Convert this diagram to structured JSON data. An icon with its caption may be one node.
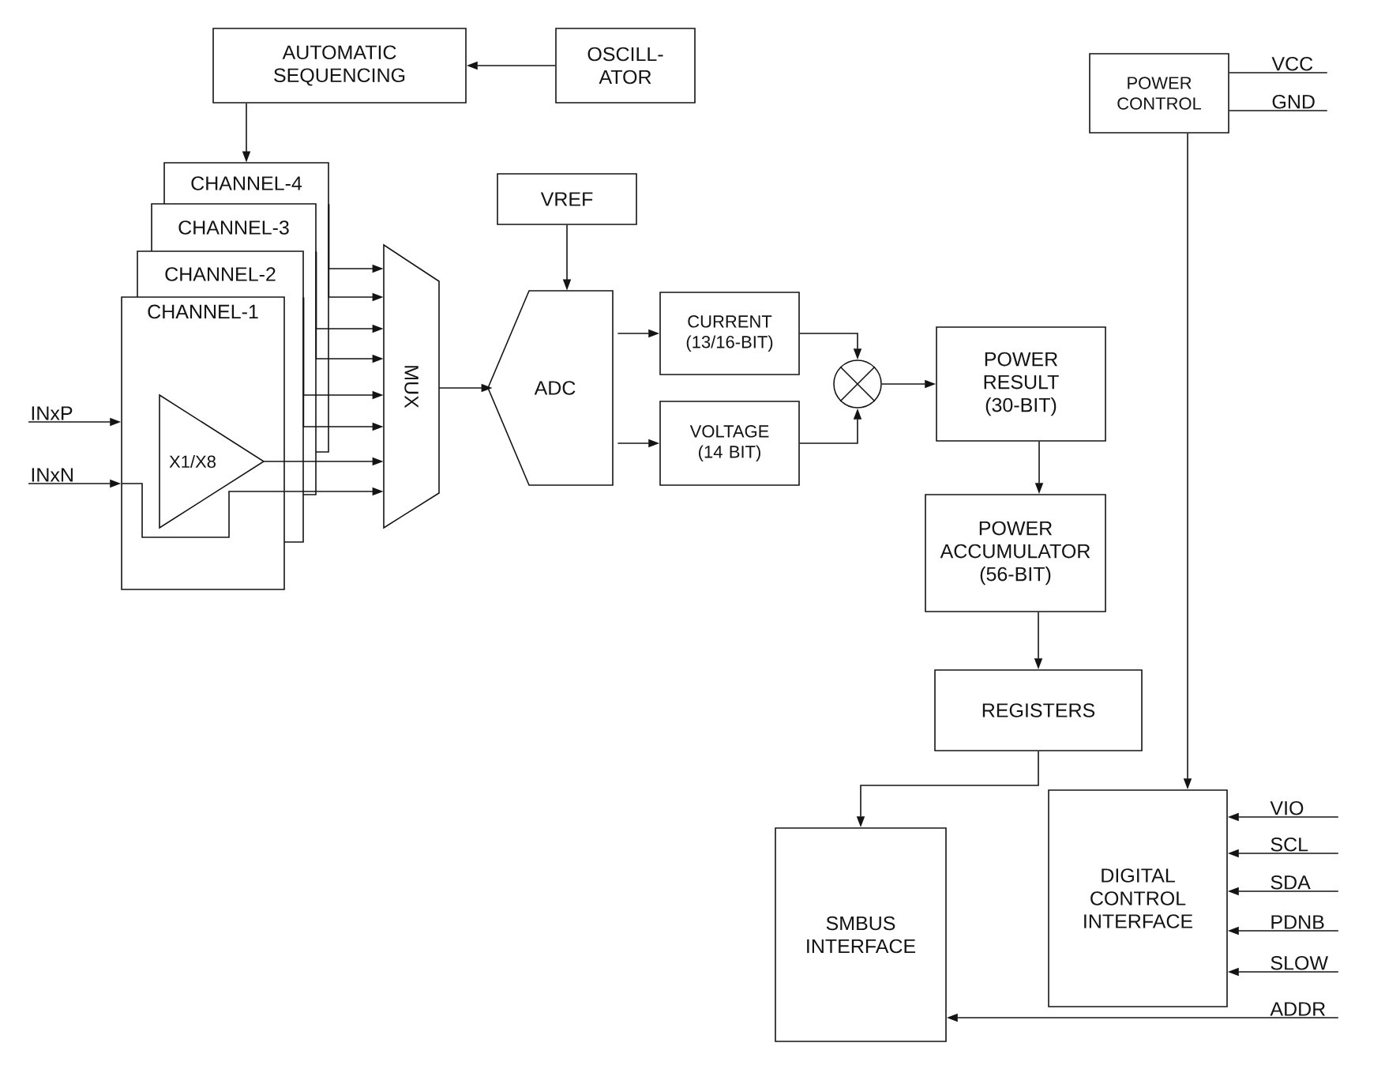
{
  "diagram": {
    "nodes": [
      {
        "text": [
          "AUTOMATIC SEQUENCING"
        ]
      },
      {
        "text": [
          "OSCILL-ATOR"
        ]
      },
      {
        "text": [
          "CHANNEL-4"
        ]
      },
      {
        "text": [
          "CHANNEL-3"
        ]
      },
      {
        "text": [
          "CHANNEL-2"
        ]
      },
      {
        "text": [
          "CHANNEL-1"
        ]
      },
      {
        "text": [
          "X1/X8"
        ],
        "in": 5
      },
      {
        "text": [
          "MUX"
        ]
      },
      {
        "text": [
          "VREF"
        ]
      },
      {
        "text": [
          "ADC"
        ]
      },
      {
        "text": [
          "CURRENT (13/16-BIT)"
        ]
      },
      {
        "text": [
          "VOLTAGE (14 BIT)"
        ]
      },
      {
        "text": [],
        "shape": "circle"
      },
      {
        "text": [
          "POWER RESULT (30-BIT)"
        ]
      },
      {
        "text": [
          "POWER ACCUMULATOR (56-BIT)"
        ]
      },
      {
        "text": [
          "REGISTERS"
        ]
      },
      {
        "text": [
          "POWER CONTROL"
        ]
      },
      {
        "text": [
          "SMBUS INTERFACE"
        ]
      },
      {
        "text": [
          "DIGITAL CONTROL INTERFACE"
        ]
      },
      {
        "text": [
          "INxP"
        ]
      },
      {
        "text": [
          "INxN"
        ]
      },
      {
        "text": [
          "VCC"
        ]
      },
      {
        "text": [
          "GND"
        ]
      },
      {
        "text": [
          "VIO"
        ]
      },
      {
        "text": [
          "SCL"
        ]
      },
      {
        "text": [
          "SDA"
        ]
      },
      {
        "text": [
          "PDNB"
        ]
      },
      {
        "text": [
          "SLOW"
        ]
      },
      {
        "text": [
          "ADDR"
        ]
      }
    ],
    "edges": [
      {
        "from": 1,
        "to": 0,
        "arrow": "to"
      },
      {
        "from": 0,
        "to": 2,
        "arrow": "to"
      },
      {
        "from": 2,
        "to": 7,
        "arrow": "to"
      },
      {
        "from": 2,
        "to": 7,
        "arrow": "to"
      },
      {
        "from": 3,
        "to": 7,
        "arrow": "to"
      },
      {
        "from": 3,
        "to": 7,
        "arrow": "to"
      },
      {
        "from": 4,
        "to": 7,
        "arrow": "to"
      },
      {
        "from": 4,
        "to": 7,
        "arrow": "to"
      },
      {
        "from": 6,
        "to": 7,
        "arrow": "to"
      },
      {
        "from": 5,
        "to": 7,
        "arrow": "to"
      },
      {
        "from": 19,
        "to": 5,
        "arrow": "to"
      },
      {
        "from": 20,
        "to": 5,
        "arrow": "to"
      },
      {
        "from": 7,
        "to": 9,
        "arrow": "to"
      },
      {
        "from": 8,
        "to": 9,
        "arrow": "to"
      },
      {
        "from": 9,
        "to": 10,
        "arrow": "to"
      },
      {
        "from": 9,
        "to": 11,
        "arrow": "to"
      },
      {
        "from": 10,
        "to": 12,
        "arrow": "to"
      },
      {
        "from": 11,
        "to": 12,
        "arrow": "to"
      },
      {
        "from": 12,
        "to": 13,
        "arrow": "to"
      },
      {
        "from": 13,
        "to": 14,
        "arrow": "to"
      },
      {
        "from": 14,
        "to": 15,
        "arrow": "to"
      },
      {
        "from": 15,
        "to": 17,
        "arrow": "to"
      },
      {
        "from": 16,
        "to": 18,
        "arrow": "to"
      },
      {
        "from": 21,
        "to": 16,
        "arrow": "none"
      },
      {
        "from": 22,
        "to": 16,
        "arrow": "none"
      },
      {
        "from": 23,
        "to": 18,
        "arrow": "to"
      },
      {
        "from": 24,
        "to": 18,
        "arrow": "to"
      },
      {
        "from": 25,
        "to": 18,
        "arrow": "to"
      },
      {
        "from": 26,
        "to": 18,
        "arrow": "to"
      },
      {
        "from": 27,
        "to": 18,
        "arrow": "to"
      },
      {
        "from": 28,
        "to": 17,
        "arrow": "to"
      }
    ]
  }
}
